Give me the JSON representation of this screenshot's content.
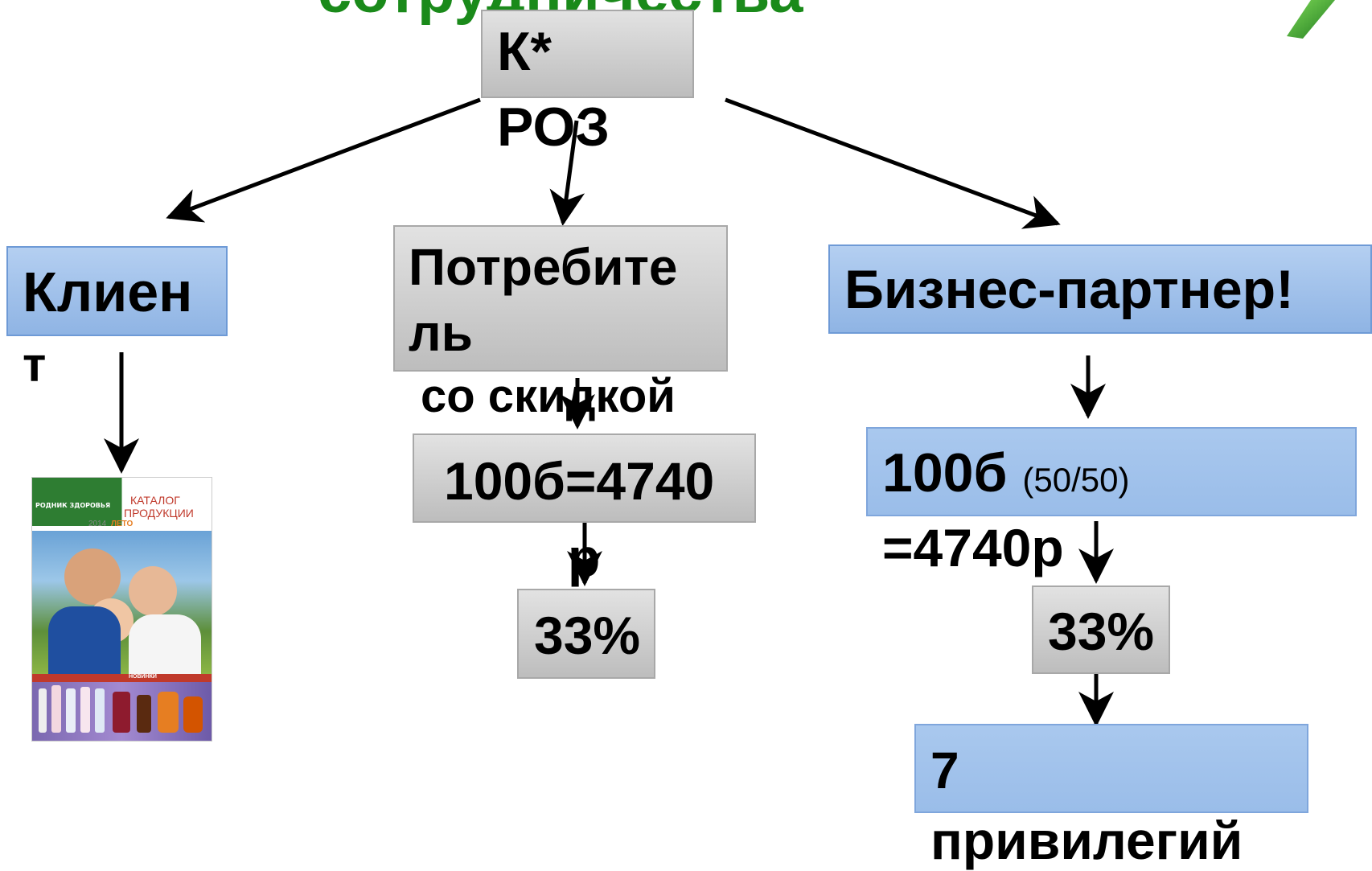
{
  "title": "сотрудничества",
  "root": {
    "line1": "К*",
    "line2": "РОЗ"
  },
  "client": {
    "line1": "Клиен",
    "line2": "т",
    "catalog": {
      "brand": "РОДНИК ЗДОРОВЬЯ",
      "title1": "КАТАЛОГ",
      "title2": "ПРОДУКЦИИ",
      "year": "2014",
      "season": "ЛЕТО",
      "novelty": "НОВИНКИ"
    }
  },
  "consumer": {
    "line1": "Потребите",
    "line2": "ль",
    "line3": "со скидкой",
    "points": "100б=4740",
    "points_suffix": "р",
    "discount": "33%"
  },
  "partner": {
    "title": "Бизнес-партнер!",
    "points": "100б",
    "split": "(50/50)",
    "price": "=4740р",
    "discount": "33%",
    "privileges_count": "7",
    "privileges_label": "привилегий"
  },
  "colors": {
    "title": "#1a8a1a",
    "gray_box": "#c8c8c8",
    "blue_box": "#9fc0eb",
    "arrow": "#000000"
  },
  "icons": [
    "leaf-icon",
    "arrow-icon",
    "catalog-image"
  ]
}
